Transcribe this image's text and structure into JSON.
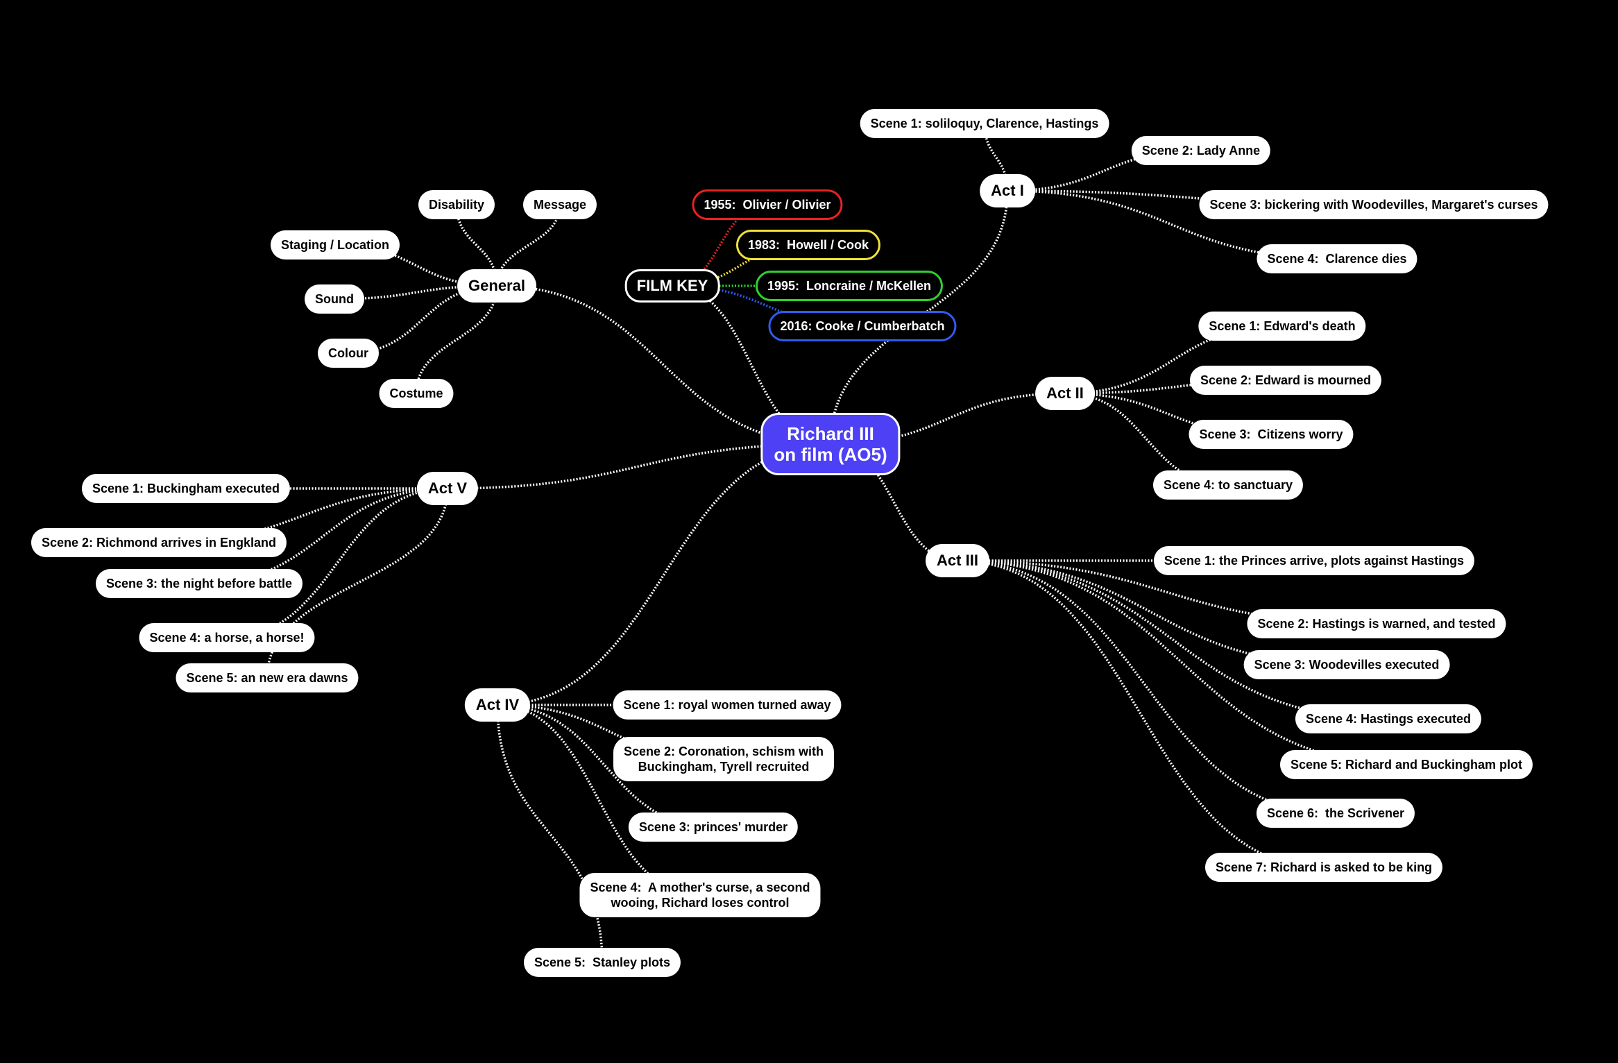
{
  "colors": {
    "background": "#000000",
    "central": "#4d40f5",
    "node": "#ffffff",
    "link": "#ffffff",
    "key_1955": "#e52421",
    "key_1983": "#f0e03a",
    "key_1995": "#2fd12f",
    "key_2016": "#2f5cf0"
  },
  "mindmap": {
    "central": "Richard III\non film (AO5)",
    "film_key": {
      "label": "FILM KEY",
      "entries": [
        {
          "label": "1955:  Olivier / Olivier",
          "color": "#e52421"
        },
        {
          "label": "1983:  Howell / Cook",
          "color": "#f0e03a"
        },
        {
          "label": "1995:  Loncraine / McKellen",
          "color": "#2fd12f"
        },
        {
          "label": "2016: Cooke / Cumberbatch",
          "color": "#2f5cf0"
        }
      ]
    },
    "general": {
      "label": "General",
      "items": [
        "Disability",
        "Message",
        "Staging / Location",
        "Sound",
        "Colour",
        "Costume"
      ]
    },
    "act1": {
      "label": "Act I",
      "scenes": [
        "Scene 1: soliloquy, Clarence, Hastings",
        "Scene 2: Lady Anne",
        "Scene 3: bickering with Woodevilles, Margaret's curses",
        "Scene 4:  Clarence dies"
      ]
    },
    "act2": {
      "label": "Act II",
      "scenes": [
        "Scene 1: Edward's death",
        "Scene 2: Edward is mourned",
        "Scene 3:  Citizens worry",
        "Scene 4: to sanctuary"
      ]
    },
    "act3": {
      "label": "Act III",
      "scenes": [
        "Scene 1: the Princes arrive, plots against Hastings",
        "Scene 2: Hastings is warned, and tested",
        "Scene 3: Woodevilles executed",
        "Scene 4: Hastings executed",
        "Scene 5: Richard and Buckingham plot",
        "Scene 6:  the Scrivener",
        "Scene 7: Richard is asked to be king"
      ]
    },
    "act4": {
      "label": "Act IV",
      "scenes": [
        "Scene 1: royal women turned away",
        "Scene 2: Coronation, schism with\nBuckingham, Tyrell recruited",
        "Scene 3: princes' murder",
        "Scene 4:  A mother's curse, a second\nwooing, Richard loses control",
        "Scene 5:  Stanley plots"
      ]
    },
    "act5": {
      "label": "Act V",
      "scenes": [
        "Scene 1: Buckingham executed",
        "Scene 2: Richmond arrives in Engkland",
        "Scene 3: the night before battle",
        "Scene 4: a horse, a horse!",
        "Scene 5: an new era dawns"
      ]
    }
  }
}
